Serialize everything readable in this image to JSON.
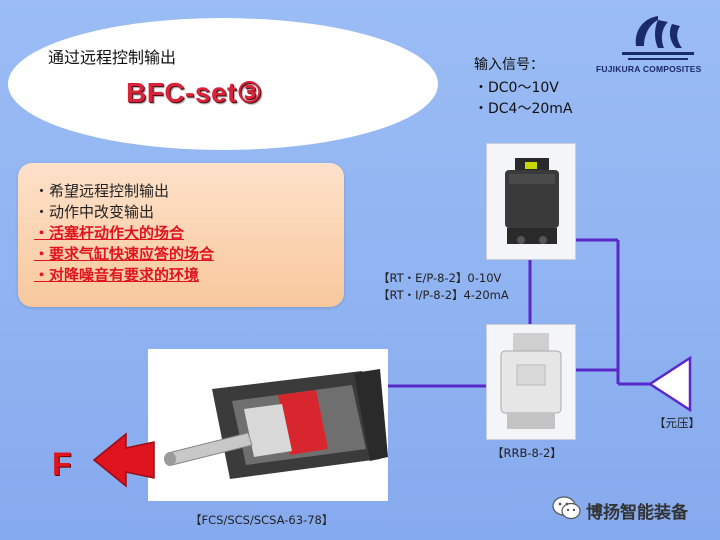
{
  "ellipse": {
    "subtitle": "通过远程控制输出",
    "title": "BFC-set③"
  },
  "logo": {
    "text": "FUJIKURA COMPOSITES"
  },
  "features": {
    "lines": [
      {
        "text": "・希望远程控制输出",
        "highlight": false
      },
      {
        "text": "・动作中改变输出",
        "highlight": false
      },
      {
        "text": "・活塞杆动作大的场合",
        "highlight": true
      },
      {
        "text": "・要求气缸快速应答的场合",
        "highlight": true
      },
      {
        "text": "・对降噪音有要求的环境",
        "highlight": true
      }
    ]
  },
  "signal": {
    "title": "输入信号：",
    "items": [
      "・DC0～10V",
      "・DC4～20mA"
    ]
  },
  "regulator": {
    "caption_1": "【RT・E/P-8-2】0-10V",
    "caption_2": "【RT・I/P-8-2】4-20mA"
  },
  "relay": {
    "caption": "【RRB-8-2】"
  },
  "supply": {
    "caption": "【元压】"
  },
  "cylinder": {
    "caption": "【FCS/SCS/SCSA-63-78】"
  },
  "force": {
    "label": "F"
  },
  "watermark": {
    "text": "博扬智能装备"
  },
  "colors": {
    "line": "#5a28c8",
    "arrow": "#e0141e",
    "title_red": "#d8243a"
  }
}
